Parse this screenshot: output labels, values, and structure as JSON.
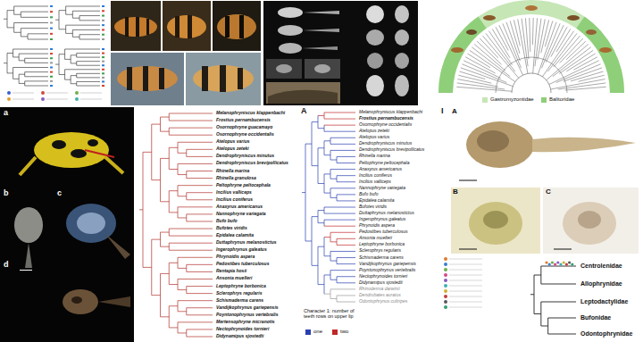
{
  "diagram": {
    "labels": [
      "a",
      "b",
      "c",
      "d",
      "Melanophryniscus klappenbachi",
      "Frostius pernambucensis",
      "Osornophryne guacamayo",
      "Osornophryne occidentalis",
      "Atelopus varius",
      "Atelopus zeteki",
      "Dendrophryniscus minutus",
      "Dendrophryniscus brevipollicatus",
      "Rhinella marina",
      "Rhinella granulosa",
      "Peltophryne peltocephala",
      "Incilius valliceps",
      "Incilius coniferus",
      "Anaxyrus americanus",
      "Nannophryne variegata",
      "Bufo bufo",
      "Bufotes viridis",
      "Epidalea calamita",
      "Duttaphrynus melanostictus",
      "Ingerophrynus galeatus",
      "Phrynoidis aspera",
      "Pedostibes tuberculosus",
      "Rentapia hosii",
      "Ansonia muelleri",
      "Leptophryne borbonica",
      "Sclerophrys regularis",
      "Schismaderma carens",
      "Vandijkophrynus gariepensis",
      "Poyntonophrynus vertebralis",
      "Mertensophryne micranotis",
      "Nectophrynoides tornieri",
      "Didynamipus sjostedti",
      "A",
      "Melanophryniscus klappenbachi",
      "Frostius pernambucensis",
      "Osornophryne occidentalis",
      "Atelopus zeteki",
      "Atelopus varius",
      "Dendrophryniscus minutus",
      "Dendrophryniscus brevipollicatus",
      "Rhinella marina",
      "Peltophryne peltocephala",
      "Anaxyrus americanus",
      "Incilius coniferus",
      "Incilius valliceps",
      "Nannophryne variegata",
      "Bufo bufo",
      "Epidalea calamita",
      "Bufotes viridis",
      "Duttaphrynus melanostictus",
      "Ingerophrynus galeatus",
      "Phrynoidis aspera",
      "Pedostibes tuberculosus",
      "Ansonia muelleri",
      "Leptophryne borbonica",
      "Sclerophrys regularis",
      "Schismaderma carens",
      "Vandijkophrynus gariepensis",
      "Poyntonophrynus vertebralis",
      "Nectophrynoides tornieri",
      "Didynamipus sjostedti",
      "Rhinoderma darwinii",
      "Dendrobates auratus",
      "Odontophrynus cultripes",
      "Character 1: number of teeth rows on upper lip",
      "I",
      "A",
      "B",
      "C",
      "Centrolenidae",
      "Allophrynidae",
      "Leptodactylidae",
      "Bufonidae",
      "Odontophrynidae"
    ],
    "legend": [
      {
        "text": "Gastromyzontidae",
        "color": "#c6e6b6"
      },
      {
        "text": "Balitoridae",
        "color": "#8fcf7a"
      },
      {
        "text": "one",
        "color": "#2a3fb0"
      },
      {
        "text": "two",
        "color": "#c0282a"
      }
    ]
  }
}
